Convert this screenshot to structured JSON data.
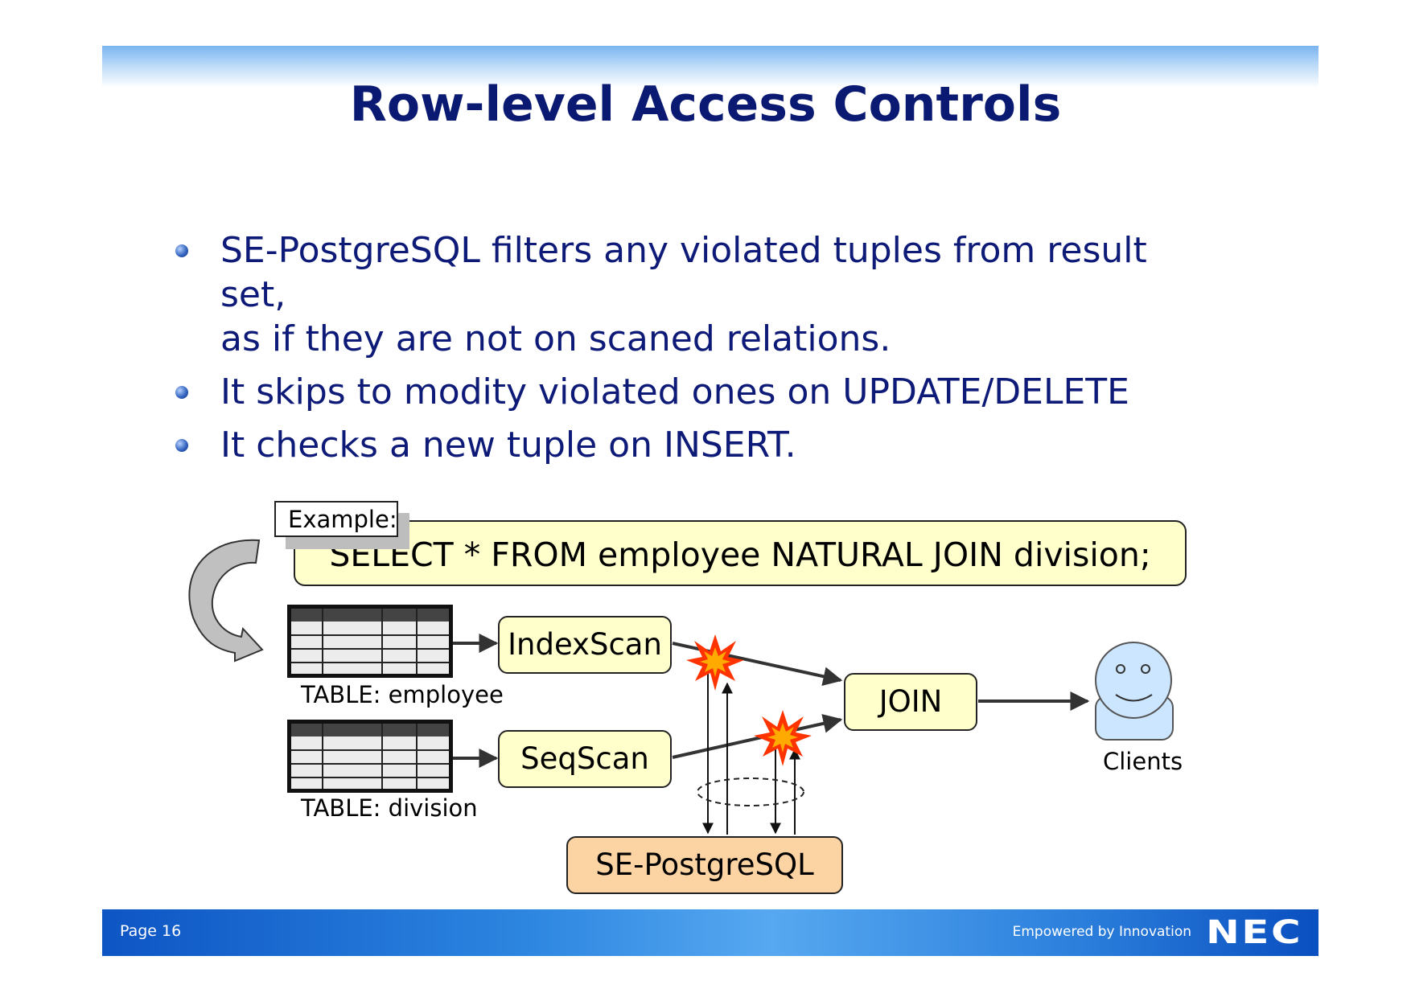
{
  "slide": {
    "title": "Row-level Access Controls",
    "bullets": [
      {
        "lines": [
          "SE-PostgreSQL filters any violated tuples from result set,",
          "as if they are not on scaned relations."
        ]
      },
      {
        "lines": [
          "It skips to modity violated ones on UPDATE/DELETE"
        ]
      },
      {
        "lines": [
          "It checks a new tuple on INSERT."
        ]
      }
    ]
  },
  "diagram": {
    "example_label": "Example:",
    "query": "SELECT * FROM employee NATURAL JOIN division;",
    "tables": {
      "employee": "TABLE: employee",
      "division": "TABLE: division"
    },
    "nodes": {
      "index_scan": "IndexScan",
      "seq_scan": "SeqScan",
      "join": "JOIN",
      "se_postgresql": "SE-PostgreSQL",
      "clients": "Clients"
    },
    "colors": {
      "process_fill": "#ffffcc",
      "sepg_fill": "#fcd3a3",
      "client_fill": "#cce6ff",
      "burst_outer": "#ff3300",
      "burst_inner": "#ffaa00"
    }
  },
  "footer": {
    "page": "Page 16",
    "tagline": "Empowered by Innovation",
    "logo": "NEC"
  }
}
